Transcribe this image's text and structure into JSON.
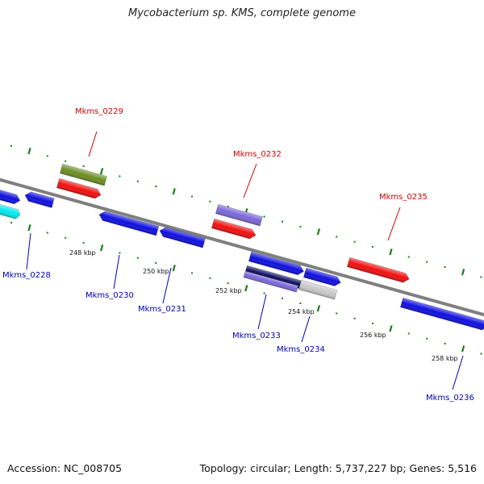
{
  "title": "Mycobacterium sp. KMS, complete genome",
  "footer": {
    "accession": "Accession: NC_008705",
    "stats": "Topology: circular; Length: 5,737,227 bp; Genes: 5,516"
  },
  "colors": {
    "backbone": "#7f7f7f",
    "tick": "#1a7f1a",
    "label_top": "#d40000",
    "label_bottom": "#0000b4",
    "gene_blue": "#1010e0",
    "gene_red": "#f01010",
    "gene_olive": "#6b8e23",
    "gene_purple": "#7b68d8",
    "gene_navy": "#101060",
    "gene_cyan": "#00e8f0",
    "gene_gray": "#c8c8c8"
  },
  "ruler": [
    "248 kbp",
    "250 kbp",
    "252 kbp",
    "254 kbp",
    "256 kbp",
    "258 kbp"
  ],
  "genes": [
    {
      "label": "Mkms_0228",
      "strand": "bottom"
    },
    {
      "label": "Mkms_0229",
      "strand": "top"
    },
    {
      "label": "Mkms_0230",
      "strand": "bottom"
    },
    {
      "label": "Mkms_0231",
      "strand": "bottom"
    },
    {
      "label": "Mkms_0232",
      "strand": "top"
    },
    {
      "label": "Mkms_0233",
      "strand": "bottom"
    },
    {
      "label": "Mkms_0234",
      "strand": "bottom"
    },
    {
      "label": "Mkms_0235",
      "strand": "top"
    },
    {
      "label": "Mkms_0236",
      "strand": "bottom"
    }
  ]
}
